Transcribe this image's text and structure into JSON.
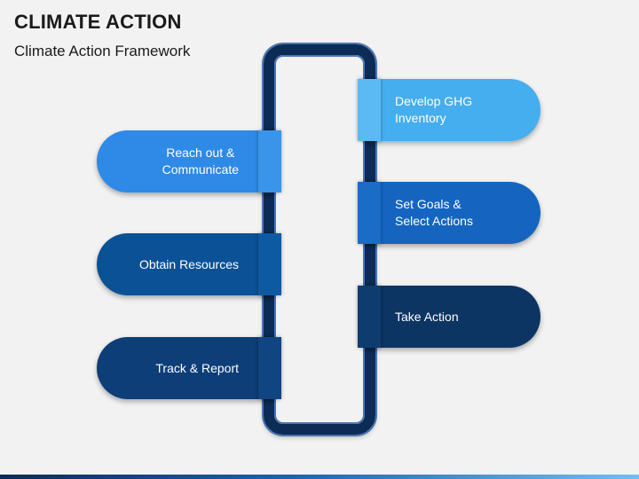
{
  "header": {
    "title": "CLIMATE ACTION",
    "subtitle": "Climate Action Framework"
  },
  "steps": [
    {
      "label": "Develop GHG\nInventory",
      "side": "right",
      "color": "#45aeee",
      "tab_color": "#5cb9f2"
    },
    {
      "label": "Reach out &\nCommunicate",
      "side": "left",
      "color": "#2e8ae6",
      "tab_color": "#3a95ea"
    },
    {
      "label": "Set Goals &\nSelect Actions",
      "side": "right",
      "color": "#1565c0",
      "tab_color": "#1a6cc6"
    },
    {
      "label": "Obtain Resources",
      "side": "left",
      "color": "#0b5196",
      "tab_color": "#0e5aa2"
    },
    {
      "label": "Take Action",
      "side": "right",
      "color": "#0c3563",
      "tab_color": "#0f3c6e"
    },
    {
      "label": "Track & Report",
      "side": "left",
      "color": "#0d3e77",
      "tab_color": "#104582"
    }
  ]
}
